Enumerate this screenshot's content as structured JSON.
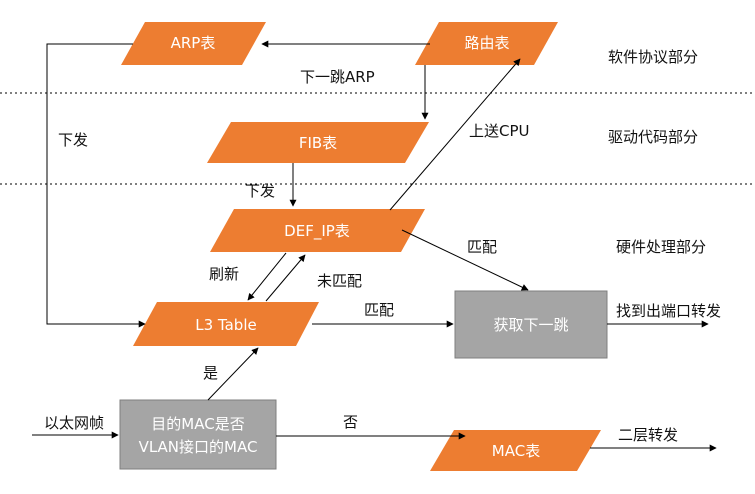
{
  "nodes": {
    "arp_table": "ARP表",
    "route_table": "路由表",
    "fib_table": "FIB表",
    "def_ip_table": "DEF_IP表",
    "l3_table": "L3 Table",
    "mac_table": "MAC表",
    "get_next_hop": "获取下一跳",
    "dest_mac_check_line1": "目的MAC是否",
    "dest_mac_check_line2": "VLAN接口的MAC"
  },
  "layers": {
    "software": "软件协议部分",
    "driver": "驱动代码部分",
    "hardware": "硬件处理部分"
  },
  "edge_labels": {
    "next_hop_arp": "下一跳ARP",
    "deliver_left": "下发",
    "deliver_fib": "下发",
    "send_to_cpu": "上送CPU",
    "match_def": "匹配",
    "refresh": "刷新",
    "not_match": "未匹配",
    "match_l3": "匹配",
    "yes": "是",
    "no": "否",
    "ethernet_frame": "以太网帧",
    "find_out_port": "找到出端口转发",
    "layer2_forward": "二层转发"
  }
}
